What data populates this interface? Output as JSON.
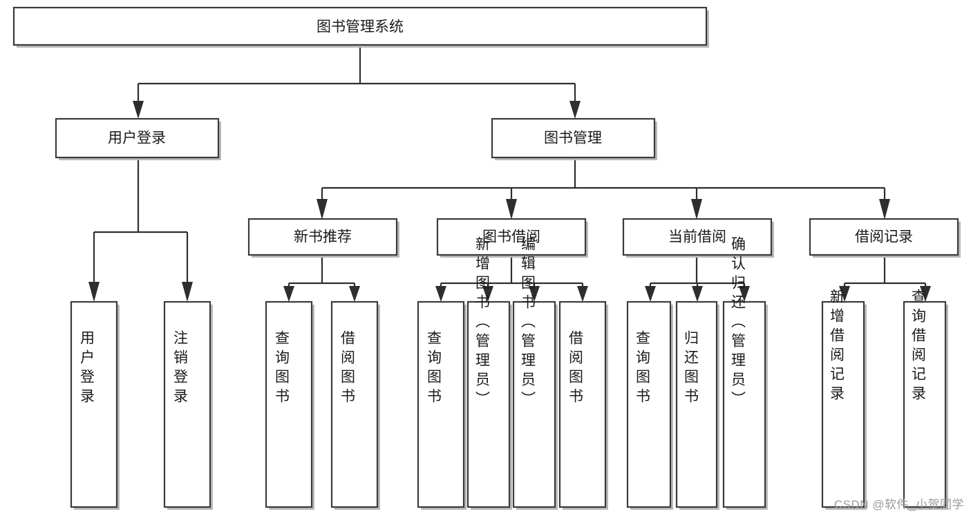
{
  "diagram": {
    "type": "tree-hierarchy-flowchart",
    "title": "图书管理系统",
    "watermark": "CSDN @软件_小贺同学",
    "colors": {
      "box_fill": "#ffffff",
      "box_stroke": "#3a3a3a",
      "connector": "#2e2e2e",
      "text": "#1a1a1a",
      "watermark": "#9a9a9a",
      "background": "#ffffff"
    },
    "levels": [
      {
        "level": 1,
        "nodes": [
          {
            "id": "root",
            "label": "图书管理系统",
            "orientation": "horizontal"
          }
        ]
      },
      {
        "level": 2,
        "nodes": [
          {
            "id": "user-login",
            "label": "用户登录",
            "orientation": "horizontal",
            "parent": "root"
          },
          {
            "id": "book-manage",
            "label": "图书管理",
            "orientation": "horizontal",
            "parent": "root"
          }
        ]
      },
      {
        "level": 3,
        "nodes": [
          {
            "id": "new-book-rec",
            "label": "新书推荐",
            "orientation": "horizontal",
            "parent": "book-manage"
          },
          {
            "id": "book-borrow",
            "label": "图书借阅",
            "orientation": "horizontal",
            "parent": "book-manage"
          },
          {
            "id": "current-borrow",
            "label": "当前借阅",
            "orientation": "horizontal",
            "parent": "book-manage"
          },
          {
            "id": "borrow-record",
            "label": "借阅记录",
            "orientation": "horizontal",
            "parent": "book-manage"
          }
        ]
      },
      {
        "level": 4,
        "nodes": [
          {
            "id": "leaf-user-login",
            "label": "用户登录",
            "orientation": "vertical",
            "parent": "user-login"
          },
          {
            "id": "leaf-user-logout",
            "label": "注销登录",
            "orientation": "vertical",
            "parent": "user-login"
          },
          {
            "id": "leaf-rec-query",
            "label": "查询图书",
            "orientation": "vertical",
            "parent": "new-book-rec"
          },
          {
            "id": "leaf-rec-borrow",
            "label": "借阅图书",
            "orientation": "vertical",
            "parent": "new-book-rec"
          },
          {
            "id": "leaf-borrow-query",
            "label": "查询图书",
            "orientation": "vertical",
            "parent": "book-borrow"
          },
          {
            "id": "leaf-borrow-add",
            "label": "新增图书（管理员）",
            "orientation": "vertical",
            "parent": "book-borrow"
          },
          {
            "id": "leaf-borrow-edit",
            "label": "编辑图书（管理员）",
            "orientation": "vertical",
            "parent": "book-borrow"
          },
          {
            "id": "leaf-borrow-lend",
            "label": "借阅图书",
            "orientation": "vertical",
            "parent": "book-borrow"
          },
          {
            "id": "leaf-cur-query",
            "label": "查询图书",
            "orientation": "vertical",
            "parent": "current-borrow"
          },
          {
            "id": "leaf-cur-return",
            "label": "归还图书",
            "orientation": "vertical",
            "parent": "current-borrow"
          },
          {
            "id": "leaf-cur-confirm",
            "label": "确认归还（管理员）",
            "orientation": "vertical",
            "parent": "current-borrow"
          },
          {
            "id": "leaf-rec-add",
            "label": "新增借阅记录",
            "orientation": "vertical",
            "parent": "borrow-record"
          },
          {
            "id": "leaf-rec-search",
            "label": "查询借阅记录",
            "orientation": "vertical",
            "parent": "borrow-record"
          }
        ]
      }
    ]
  }
}
